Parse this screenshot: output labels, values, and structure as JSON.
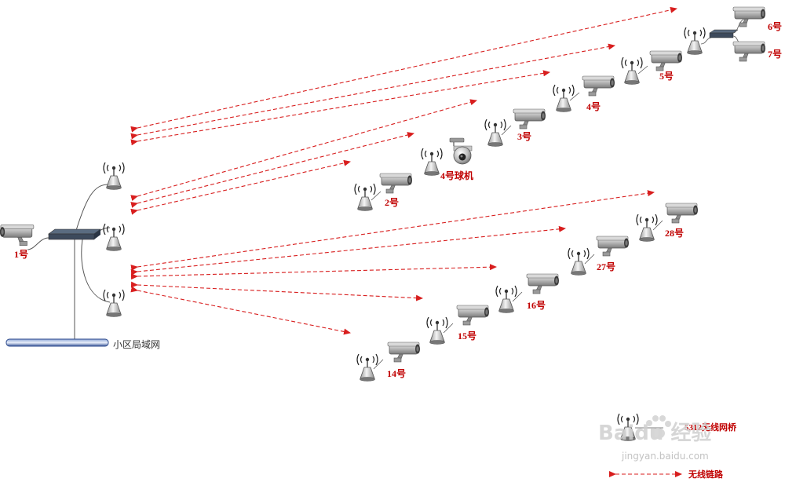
{
  "labels": {
    "cam1": "1号",
    "cam2": "2号",
    "cam3": "3号",
    "cam4": "4号",
    "dome4": "4号球机",
    "cam5": "5号",
    "cam6": "6号",
    "cam7": "7号",
    "cam14": "14号",
    "cam15": "15号",
    "cam16": "16号",
    "cam27": "27号",
    "cam28": "28号",
    "lan": "小区局域网"
  },
  "legend": {
    "bridge": "5312无线网桥",
    "link": "无线链路"
  },
  "watermark": {
    "site": "jingyan.baidu.com",
    "brand": "Baidu 经验"
  },
  "colors": {
    "link": "#d81e1e",
    "label": "#c00000",
    "lan_bar": "#3d5a9c"
  }
}
